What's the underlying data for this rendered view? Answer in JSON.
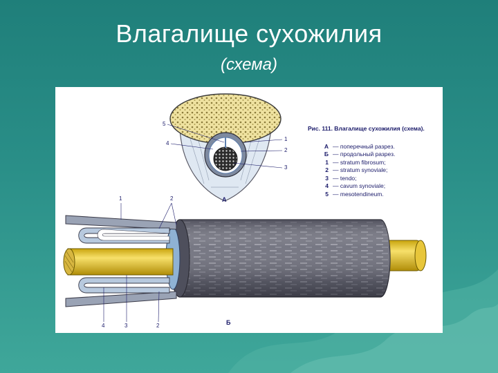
{
  "slide": {
    "title": "Влагалище сухожилия",
    "subtitle": "(схема)"
  },
  "figure": {
    "caption": "Рис. 111. Влагалище сухожилия (схема).",
    "legend": [
      {
        "key": "А",
        "text": "поперечный разрез."
      },
      {
        "key": "Б",
        "text": "продольный разрез."
      },
      {
        "key": "1",
        "text": "stratum fibrosum;"
      },
      {
        "key": "2",
        "text": "stratum synoviale;"
      },
      {
        "key": "3",
        "text": "tendo;"
      },
      {
        "key": "4",
        "text": "cavum synoviale;"
      },
      {
        "key": "5",
        "text": "mesotendineum."
      }
    ],
    "cross_section": {
      "label": "А",
      "numbers": {
        "n5": "5",
        "n4": "4",
        "n1": "1",
        "n2": "2",
        "n3": "3"
      }
    },
    "longitudinal_section": {
      "label": "Б",
      "numbers": {
        "t1": "1",
        "t2": "2",
        "b4": "4",
        "b3": "3",
        "b2": "2"
      }
    }
  },
  "colors": {
    "background_top": "#1f7f7a",
    "background_bottom": "#3fa79a",
    "tendon_yellow": "#e6c21e",
    "sheath_gray": "#6c6c78",
    "synovial_blue": "#8fb2d4",
    "legend_text": "#1b1b6a"
  }
}
